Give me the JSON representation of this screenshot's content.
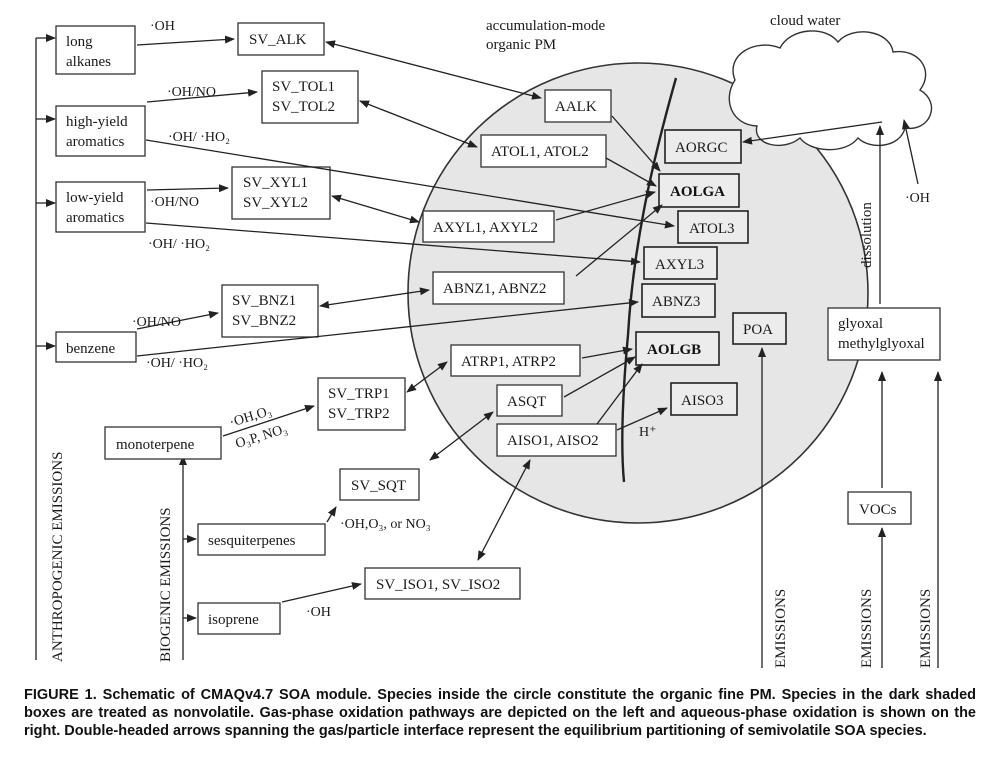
{
  "labels": {
    "long_alkanes": [
      "long",
      "alkanes"
    ],
    "high_yield_aromatics": [
      "high-yield",
      "aromatics"
    ],
    "low_yield_aromatics": [
      "low-yield",
      "aromatics"
    ],
    "benzene": "benzene",
    "monoterpene": "monoterpene",
    "sesquiterpenes": "sesquiterpenes",
    "isoprene": "isoprene",
    "sv_alk": "SV_ALK",
    "sv_tol": [
      "SV_TOL1",
      "SV_TOL2"
    ],
    "sv_xyl": [
      "SV_XYL1",
      "SV_XYL2"
    ],
    "sv_bnz": [
      "SV_BNZ1",
      "SV_BNZ2"
    ],
    "sv_trp": [
      "SV_TRP1",
      "SV_TRP2"
    ],
    "sv_sqt": "SV_SQT",
    "sv_iso": "SV_ISO1, SV_ISO2",
    "aalk": "AALK",
    "atol12": "ATOL1, ATOL2",
    "axyl12": "AXYL1, AXYL2",
    "abnz12": "ABNZ1, ABNZ2",
    "atrp12": "ATRP1, ATRP2",
    "asqt": "ASQT",
    "aiso12": "AISO1, AISO2",
    "aorgc": "AORGC",
    "aolga": "AOLGA",
    "atol3": "ATOL3",
    "axyl3": "AXYL3",
    "abnz3": "ABNZ3",
    "aolgb": "AOLGB",
    "aiso3": "AISO3",
    "poa": "POA",
    "glyoxal": [
      "glyoxal",
      "methylglyoxal"
    ],
    "vocs": "VOCs",
    "accumulation": [
      "accumulation-mode",
      "organic PM"
    ],
    "cloud_water": "cloud water",
    "dissolution": "dissolution",
    "anthropogenic": "ANTHROPOGENIC EMISSIONS",
    "biogenic": "BIOGENIC EMISSIONS",
    "emissions": "EMISSIONS"
  },
  "annotations": {
    "oh_alk": "·OH",
    "oh_no_tol": "·OH/NO",
    "oh_ho2_high": "·OH/ ·HO₂",
    "oh_no_xyl": "·OH/NO",
    "oh_ho2_low": "·OH/ ·HO₂",
    "oh_no_bnz": "·OH/NO",
    "oh_ho2_bnz": "·OH/ ·HO₂",
    "oh_o3": "·OH,O₃",
    "o3p_no3": "O₃P, NO₃",
    "sqt_oxidants": "·OH,O₃, or NO₃",
    "oh_iso": "·OH",
    "h_plus": "H⁺",
    "oh_cloud": "·OH"
  },
  "caption": "FIGURE 1. Schematic of CMAQv4.7 SOA module. Species inside the circle constitute the organic fine PM. Species in the dark shaded boxes are treated as nonvolatile. Gas-phase oxidation pathways are depicted on the left and aqueous-phase oxidation is shown on the right. Double-headed arrows spanning the gas/particle interface represent the equilibrium partitioning of semivolatile SOA species."
}
